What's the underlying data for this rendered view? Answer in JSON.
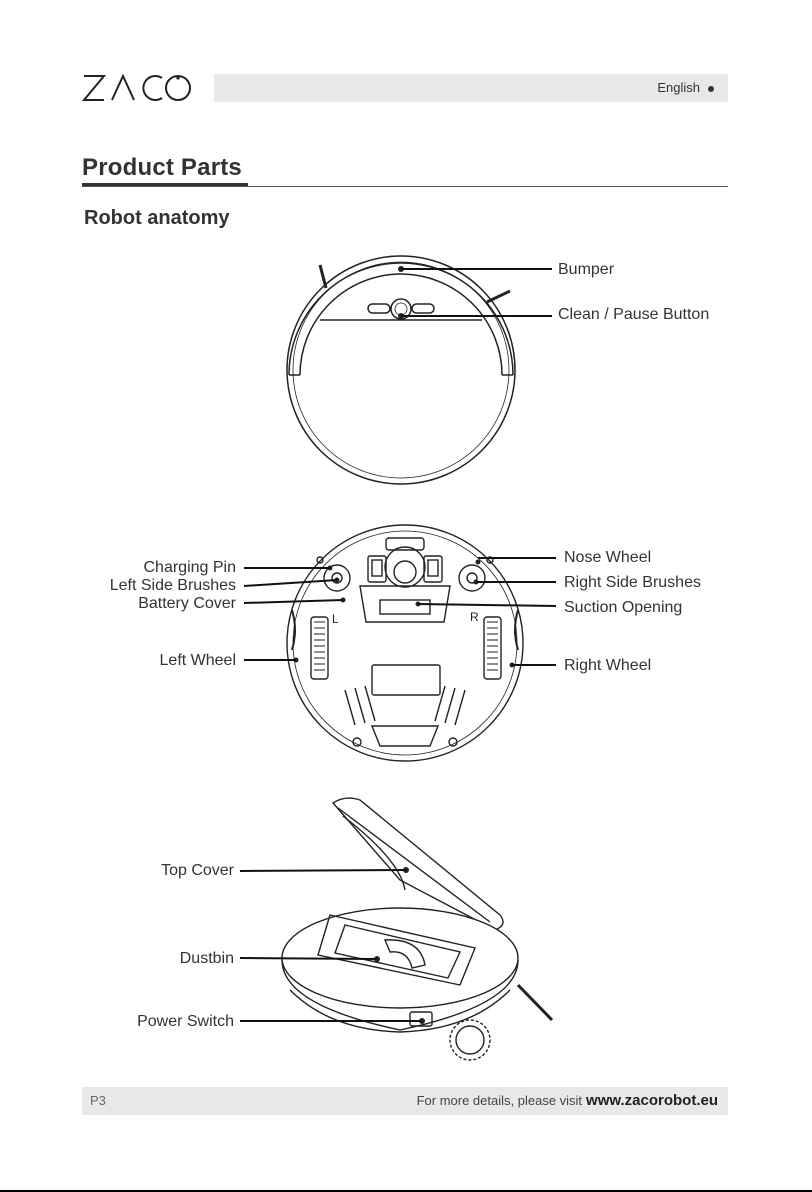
{
  "header": {
    "brand": "ZACO",
    "language": "English"
  },
  "section": {
    "title": "Product Parts",
    "subtitle": "Robot anatomy"
  },
  "top_view_labels": {
    "bumper": "Bumper",
    "clean_pause": "Clean / Pause Button"
  },
  "bottom_view_labels": {
    "charging_pin": "Charging Pin",
    "left_side_brushes": "Left Side Brushes",
    "battery_cover": "Battery Cover",
    "left_wheel": "Left Wheel",
    "nose_wheel": "Nose Wheel",
    "right_side_brushes": "Right Side Brushes",
    "suction_opening": "Suction Opening",
    "right_wheel": "Right Wheel",
    "l_mark": "L",
    "r_mark": "R"
  },
  "open_view_labels": {
    "top_cover": "Top Cover",
    "dustbin": "Dustbin",
    "power_switch": "Power Switch"
  },
  "footer": {
    "page": "P3",
    "text": "For more details, please visit",
    "url": "www.zacorobot.eu"
  }
}
